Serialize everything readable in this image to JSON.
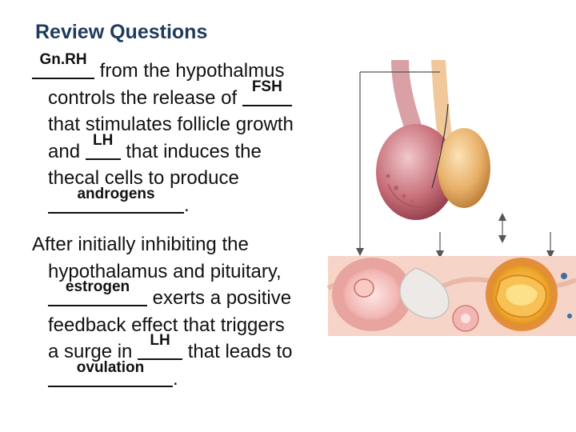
{
  "title": "Review Questions",
  "question1": {
    "answers": {
      "gnrh": "Gn.RH",
      "fsh": "FSH",
      "lh": "LH",
      "androgens": "androgens"
    },
    "text": {
      "part1": "from the hypothalmus",
      "part2": "controls the release of",
      "part3": "that stimulates follicle growth",
      "part4a": "and",
      "part4b": "that induces the",
      "part5": "thecal cells to produce",
      "part6": "."
    }
  },
  "question2": {
    "answers": {
      "estrogen": "estrogen",
      "lh": "LH",
      "ovulation": "ovulation"
    },
    "text": {
      "part1": "After initially inhibiting the",
      "part2": "hypothalamus and pituitary,",
      "part3": "exerts a positive",
      "part4": "feedback effect that triggers",
      "part5a": "a surge in",
      "part5b": "that leads to",
      "part6": "."
    }
  },
  "illustration": {
    "icon": "hypothalamus-pituitary-ovary-illustration"
  },
  "colors": {
    "title": "#1f3b5c",
    "text": "#111111",
    "arrow": "#555555"
  }
}
